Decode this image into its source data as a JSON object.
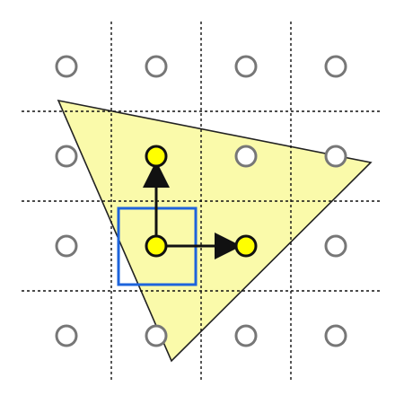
{
  "diagram": {
    "description_free": true,
    "colors": {
      "triangle_fill": "#fafaaa",
      "triangle_stroke": "#222222",
      "grid_line": "#111111",
      "inactive_sample_stroke": "#777777",
      "inactive_sample_fill": "#ffffff",
      "active_sample_fill": "#ffff00",
      "active_sample_stroke": "#111111",
      "footprint_box": "#1e64dc",
      "arrow": "#111111"
    },
    "grid": {
      "columns": 4,
      "rows": 4
    },
    "active_samples": [
      {
        "col": 1,
        "row": 1
      },
      {
        "col": 1,
        "row": 2
      },
      {
        "col": 2,
        "row": 2
      }
    ],
    "arrows": [
      {
        "from": {
          "col": 1,
          "row": 2
        },
        "to": {
          "col": 1,
          "row": 1
        }
      },
      {
        "from": {
          "col": 1,
          "row": 2
        },
        "to": {
          "col": 2,
          "row": 2
        }
      }
    ]
  }
}
